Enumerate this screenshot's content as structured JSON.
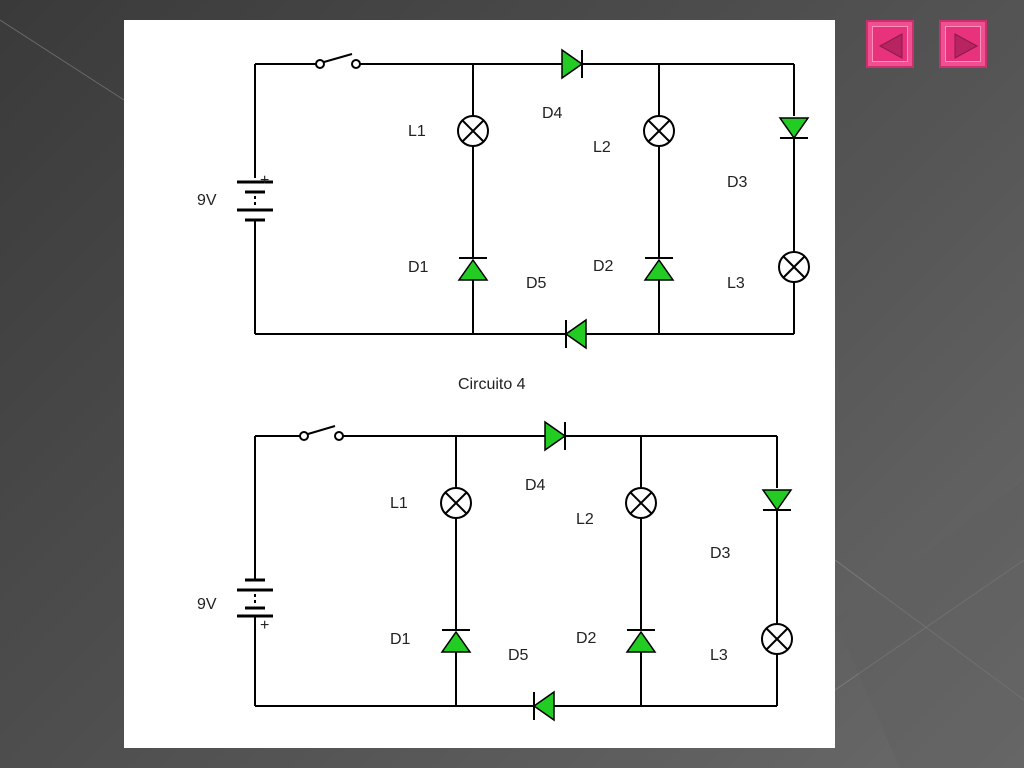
{
  "navigation": {
    "prev_icon": "triangle-left-icon",
    "next_icon": "triangle-right-icon",
    "button_color": "#e8327c"
  },
  "colors": {
    "wire": "#000000",
    "diode_fill": "#22cc22"
  },
  "caption": "Circuito 4",
  "circuit_top": {
    "labels": {
      "battery": "9V",
      "polarity": "+",
      "L1": "L1",
      "L2": "L2",
      "L3": "L3",
      "D1": "D1",
      "D2": "D2",
      "D3": "D3",
      "D4": "D4",
      "D5": "D5"
    }
  },
  "circuit_bottom": {
    "labels": {
      "battery": "9V",
      "polarity": "+",
      "L1": "L1",
      "L2": "L2",
      "L3": "L3",
      "D1": "D1",
      "D2": "D2",
      "D3": "D3",
      "D4": "D4",
      "D5": "D5"
    }
  }
}
